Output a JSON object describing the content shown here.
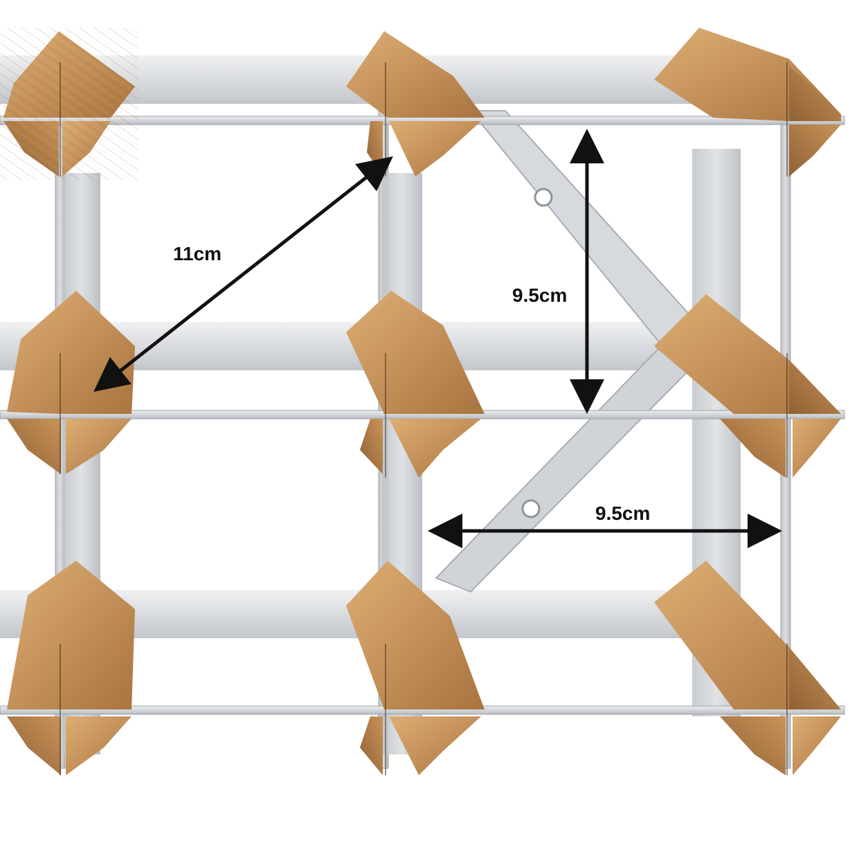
{
  "product": {
    "description_hidden": "",
    "colors": {
      "background": "#ffffff",
      "metal_light": "#dfe1e4",
      "metal_mid": "#c9ccd0",
      "metal_dark": "#9fa4aa",
      "wood_light": "#d6a36a",
      "wood_mid": "#b98450",
      "wood_dark": "#8c5f34",
      "arrow": "#111111"
    }
  },
  "dimensions": {
    "diagonal": {
      "label": "11cm"
    },
    "vertical": {
      "label": "9.5cm"
    },
    "horizontal": {
      "label": "9.5cm"
    }
  }
}
